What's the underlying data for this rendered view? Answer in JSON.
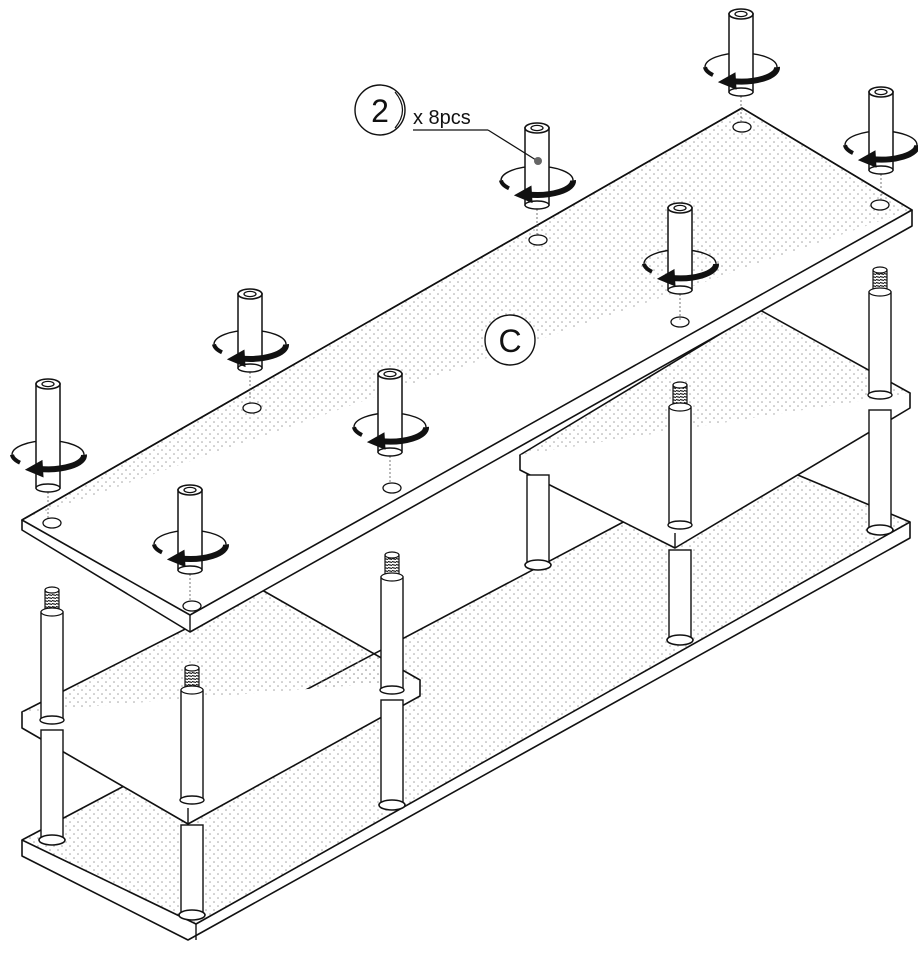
{
  "callout": {
    "part_number": "2",
    "quantity": "x 8pcs"
  },
  "board_label": "C",
  "colors": {
    "line": "#111111",
    "board_fill": "#f7f7f7",
    "dots": "#9a9a9a",
    "background": "#ffffff"
  },
  "icons": {
    "rotation": "clockwise-arrow-icon",
    "standoff": "standoff-spacer-icon",
    "threaded_rod": "threaded-post-icon"
  }
}
